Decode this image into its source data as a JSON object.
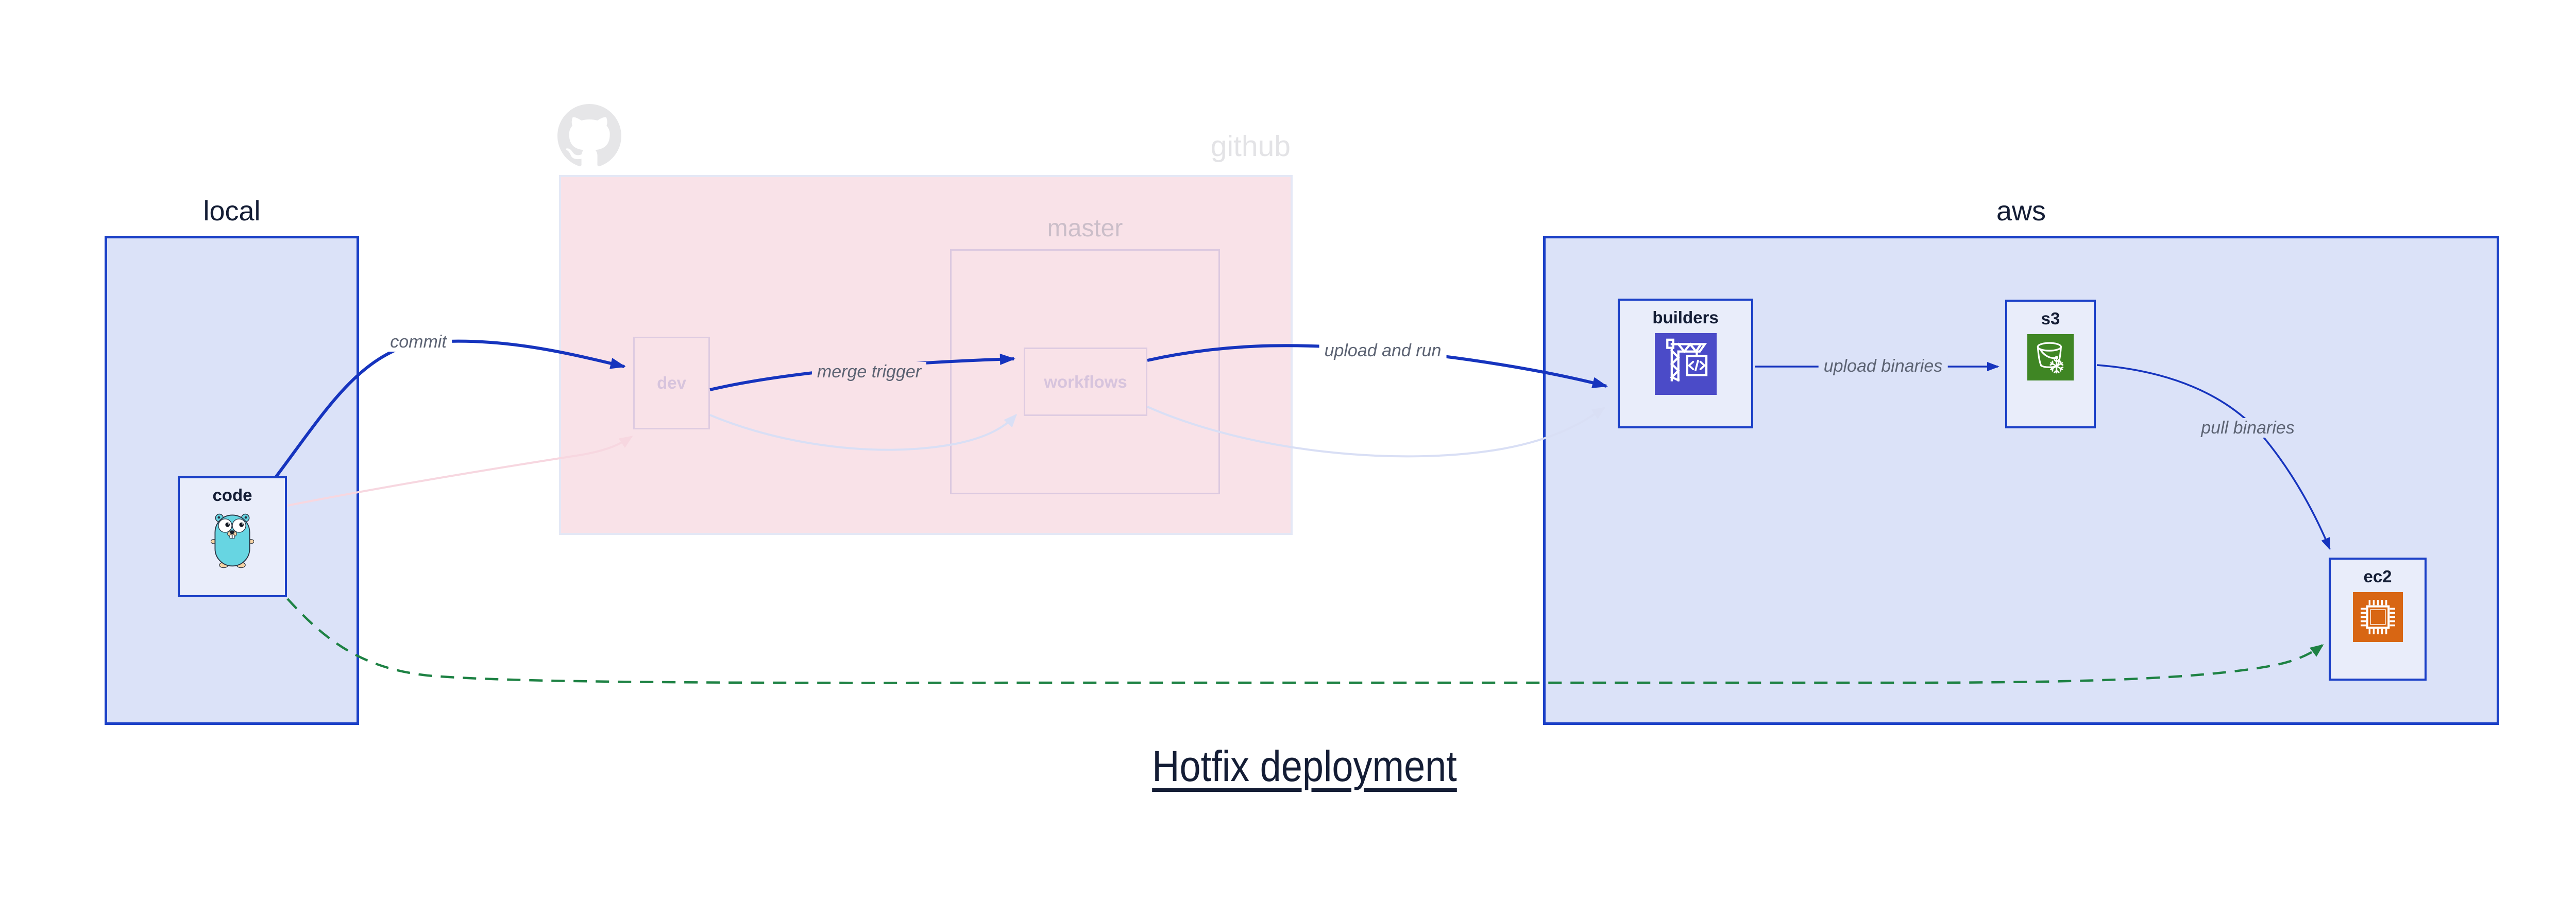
{
  "title": "Hotfix deployment",
  "groups": {
    "local": {
      "label": "local"
    },
    "github": {
      "label": "github"
    },
    "master": {
      "label": "master"
    },
    "aws": {
      "label": "aws"
    }
  },
  "nodes": {
    "code": {
      "label": "code",
      "icon": "go-gopher-icon"
    },
    "dev": {
      "label": "dev",
      "state": "faded"
    },
    "workflows": {
      "label": "workflows",
      "state": "faded"
    },
    "builders": {
      "label": "builders",
      "icon": "codebuild-crane-icon",
      "icon_color": "#4B4BC8"
    },
    "s3": {
      "label": "s3",
      "icon": "s3-bucket-icon",
      "icon_color": "#3F8624"
    },
    "ec2": {
      "label": "ec2",
      "icon": "ec2-chip-icon",
      "icon_color": "#D86613"
    }
  },
  "edges": {
    "commit": {
      "label": "commit",
      "from": "code",
      "to": "dev",
      "style": "bold-blue"
    },
    "merge_trigger": {
      "label": "merge trigger",
      "from": "dev",
      "to": "workflows",
      "style": "bold-blue"
    },
    "upload_and_run": {
      "label": "upload and run",
      "from": "workflows",
      "to": "builders",
      "style": "bold-blue"
    },
    "upload_binaries": {
      "label": "upload binaries",
      "from": "builders",
      "to": "s3",
      "style": "thin-blue"
    },
    "pull_binaries": {
      "label": "pull binaries",
      "from": "s3",
      "to": "ec2",
      "style": "thin-blue"
    },
    "hotfix_direct": {
      "label": "",
      "from": "code",
      "to": "ec2",
      "style": "green-dashed"
    },
    "faded_commit": {
      "label": "",
      "from": "code",
      "to": "dev",
      "style": "faded-pink"
    },
    "faded_merge": {
      "label": "",
      "from": "dev",
      "to": "workflows",
      "style": "faded-lavender"
    },
    "faded_upload": {
      "label": "",
      "from": "workflows",
      "to": "builders",
      "style": "faded-lavender"
    }
  },
  "colors": {
    "group_fill": "#DBE2F8",
    "group_border": "#1B40C7",
    "node_fill": "#E9EDFA",
    "github_fill": "#F9E2E8",
    "github_border": "#E4E8F6",
    "bold_arrow": "#1634BE",
    "green_dashed_arrow": "#1E8244",
    "faded_pink_arrow": "#F7D7E0",
    "faded_lavender_arrow": "#D9DFF5",
    "edge_label_text": "#5C6373",
    "dark_text": "#141D35",
    "faded_gray_text": "#E3E3E6",
    "gopher_body": "#67D5E2"
  }
}
